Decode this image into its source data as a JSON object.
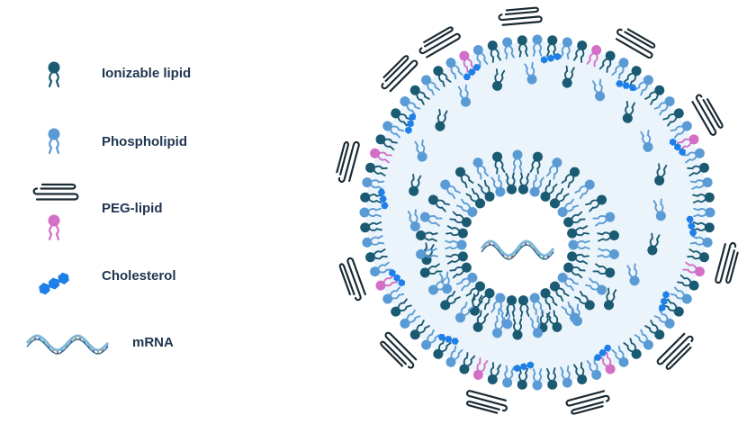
{
  "legend": [
    {
      "label": "Ionizable lipid",
      "icon": "ionizable-lipid-icon"
    },
    {
      "label": "Phospholipid",
      "icon": "phospholipid-icon"
    },
    {
      "label": "PEG-lipid",
      "icon": "peg-lipid-icon"
    },
    {
      "label": "Cholesterol",
      "icon": "cholesterol-icon"
    },
    {
      "label": "mRNA",
      "icon": "mrna-icon"
    }
  ],
  "colors": {
    "ionizable": "#1b5a73",
    "phospholipid": "#5b9bd5",
    "peg": "#d36fc6",
    "cholesterol": "#1f7fe8",
    "peg_chain": "#1a2a33",
    "core_fill": "#eaf4fa",
    "text": "#1f3550"
  }
}
